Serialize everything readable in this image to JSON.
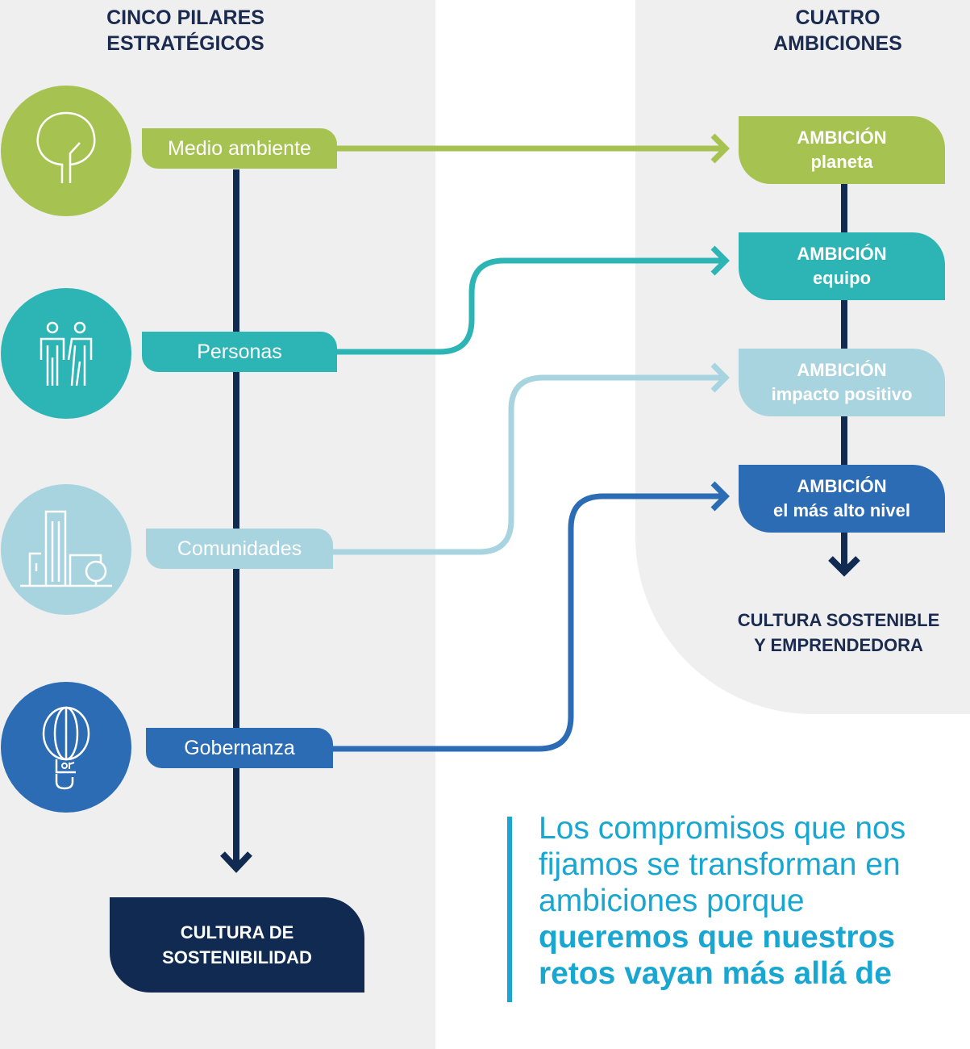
{
  "left_column": {
    "header": "CINCO PILARES\nESTRATÉGICOS",
    "pillars": [
      {
        "label": "Medio ambiente",
        "color": "#a6c250",
        "icon": "tree-icon"
      },
      {
        "label": "Personas",
        "color": "#2db5b5",
        "icon": "people-icon"
      },
      {
        "label": "Comunidades",
        "color": "#a8d4df",
        "icon": "city-icon"
      },
      {
        "label": "Gobernanza",
        "color": "#2b6cb4",
        "icon": "balloon-icon"
      }
    ],
    "result": "CULTURA DE\nSOSTENIBILIDAD"
  },
  "right_column": {
    "header": "CUATRO\nAMBICIONES",
    "ambitions": [
      {
        "line1": "AMBICIÓN",
        "line2": "planeta",
        "color": "#a6c250"
      },
      {
        "line1": "AMBICIÓN",
        "line2": "equipo",
        "color": "#2db5b5"
      },
      {
        "line1": "AMBICIÓN",
        "line2": "impacto positivo",
        "color": "#a8d4df"
      },
      {
        "line1": "AMBICIÓN",
        "line2": "el más alto nivel",
        "color": "#2b6cb4"
      }
    ],
    "result": "CULTURA SOSTENIBLE\nY EMPRENDEDORA"
  },
  "quote": {
    "normal": "Los compromisos que nos fijamos se transforman en ambiciones porque ",
    "bold": "queremos que nuestros retos vayan más allá de"
  },
  "colors": {
    "navy": "#112a52",
    "background_panel": "#efefef",
    "quote": "#19a7d2"
  }
}
